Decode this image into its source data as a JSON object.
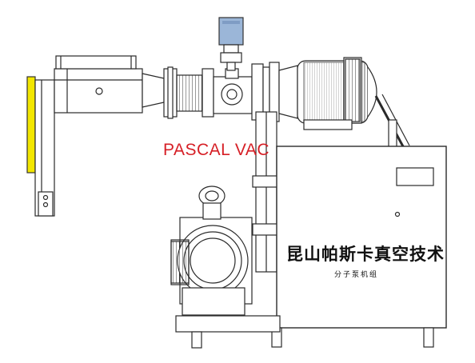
{
  "brand_text": "PASCAL VAC",
  "company_name": "昆山帕斯卡真空技术",
  "company_subtitle": "分子泵机组",
  "colors": {
    "brand_red": "#d61f26",
    "yellow_panel": "#f2e600",
    "motor_blue": "#9bb6d8",
    "line": "#2a2a2a"
  },
  "icons": {
    "valve_actuator": "pneumatic-valve-icon",
    "motor": "motor-icon"
  }
}
